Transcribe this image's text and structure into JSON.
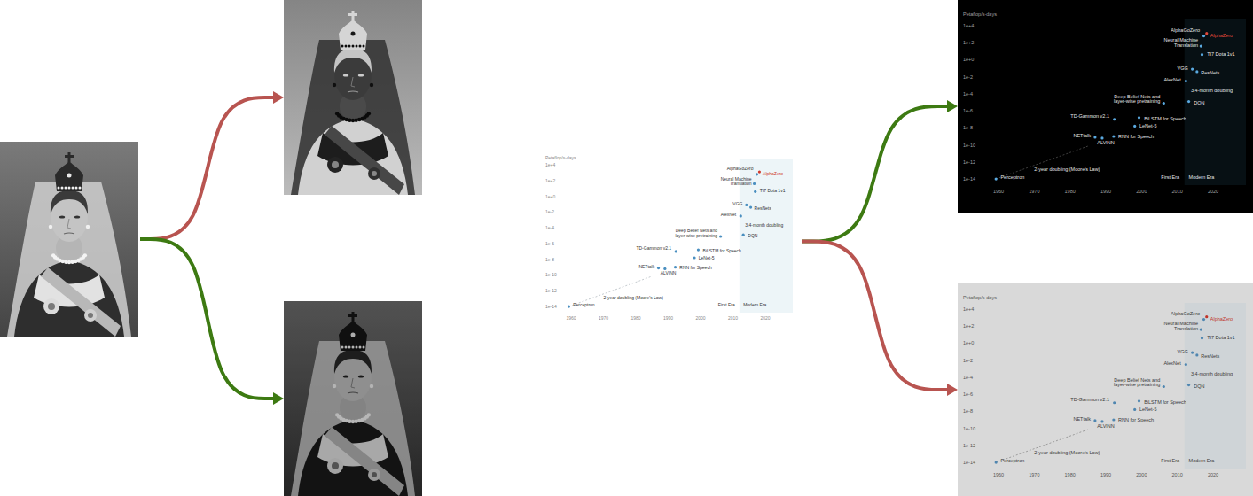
{
  "diagram": {
    "nodes": [
      {
        "text": []
      },
      {
        "text": []
      },
      {
        "text": []
      },
      {
        "text": [
          "Petaflop/s-days",
          "1e+4",
          "1e+2",
          "1e+0",
          "1e-2",
          "1e-4",
          "1e-6",
          "1e-8",
          "1e-10",
          "1e-12",
          "1e-14",
          "1960",
          "1970",
          "1980",
          "1990",
          "2000",
          "2010",
          "2020",
          "AlphaGoZero",
          "AlphaZero",
          "Neural Machine Translation",
          "TI7 Dota 1v1",
          "VGG",
          "ResNets",
          "AlexNet",
          "3.4-month doubling",
          "Deep Belief Nets and layer-wise pretraining",
          "DQN",
          "TD-Gammon v2.1",
          "BiLSTM for Speech",
          "LeNet-5",
          "NETtalk",
          "ALVINN",
          "RNN for Speech",
          "2-year doubling (Moore's Law)",
          "Perceptron",
          "First Era",
          "Modern Era"
        ]
      },
      {
        "text": [
          "Petaflop/s-days",
          "1e+4",
          "1e+2",
          "1e+0",
          "1e-2",
          "1e-4",
          "1e-6",
          "1e-8",
          "1e-10",
          "1e-12",
          "1e-14",
          "1960",
          "1970",
          "1980",
          "1990",
          "2000",
          "2010",
          "2020",
          "AlphaGoZero",
          "AlphaZero",
          "Neural Machine Translation",
          "TI7 Dota 1v1",
          "VGG",
          "ResNets",
          "AlexNet",
          "3.4-month doubling",
          "Deep Belief Nets and layer-wise pretraining",
          "DQN",
          "TD-Gammon v2.1",
          "BiLSTM for Speech",
          "LeNet-5",
          "NETtalk",
          "ALVINN",
          "RNN for Speech",
          "2-year doubling (Moore's Law)",
          "Perceptron",
          "First Era",
          "Modern Era"
        ]
      },
      {
        "text": [
          "Petaflop/s-days",
          "1e+4",
          "1e+2",
          "1e+0",
          "1e-2",
          "1e-4",
          "1e-6",
          "1e-8",
          "1e-10",
          "1e-12",
          "1e-14",
          "1960",
          "1970",
          "1980",
          "1990",
          "2000",
          "2010",
          "2020",
          "AlphaGoZero",
          "AlphaZero",
          "Neural Machine Translation",
          "TI7 Dota 1v1",
          "VGG",
          "ResNets",
          "AlexNet",
          "3.4-month doubling",
          "Deep Belief Nets and layer-wise pretraining",
          "DQN",
          "TD-Gammon v2.1",
          "BiLSTM for Speech",
          "LeNet-5",
          "NETtalk",
          "ALVINN",
          "RNN for Speech",
          "2-year doubling (Moore's Law)",
          "Perceptron",
          "First Era",
          "Modern Era"
        ]
      }
    ],
    "edges": [
      {
        "from": 0,
        "to": 1,
        "arrow": "to"
      },
      {
        "from": 0,
        "to": 2,
        "arrow": "to"
      },
      {
        "from": 3,
        "to": 4,
        "arrow": "to"
      },
      {
        "from": 3,
        "to": 5,
        "arrow": "to"
      }
    ]
  }
}
